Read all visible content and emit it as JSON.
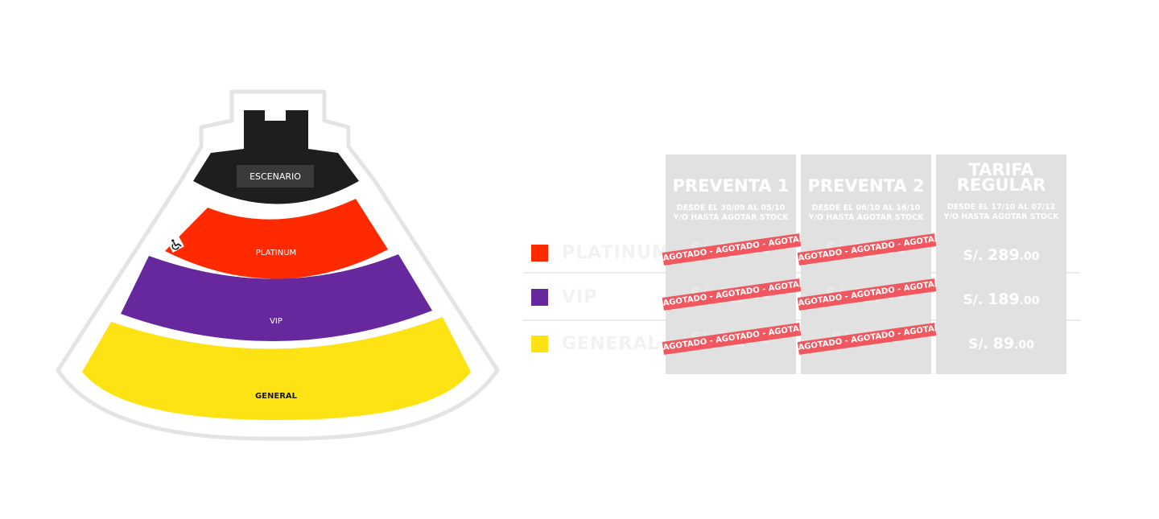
{
  "map": {
    "stage": "ESCENARIO",
    "accessible_icon": "wheelchair-icon",
    "zones": [
      {
        "name": "PLATINUM",
        "color": "#ff2a00",
        "text_color": "#ffffff"
      },
      {
        "name": "VIP",
        "color": "#66289c",
        "text_color": "#ffffff"
      },
      {
        "name": "GENERAL",
        "color": "#fde314",
        "text_color": "#1a1a1a"
      }
    ],
    "stage_color": "#1e1e1e",
    "outline_color": "#e4e4e4"
  },
  "legend": [
    {
      "label": "PLATINUM",
      "color": "#ff2a00"
    },
    {
      "label": "VIP",
      "color": "#66289c"
    },
    {
      "label": "GENERAL",
      "color": "#fde314"
    }
  ],
  "pricing": {
    "columns": [
      {
        "title": "PREVENTA 1",
        "subtitle_1": "DESDE EL 30/09 AL 05/10",
        "subtitle_2": "Y/O HASTA AGOTAR STOCK",
        "cells": [
          {
            "status": "AGOTADO - AGOTADO - AGOTADO",
            "ghost": "S/. 3__.00"
          },
          {
            "status": "AGOTADO - AGOTADO - AGOTADO",
            "ghost": "S/. 2__.00"
          },
          {
            "status": "AGOTADO - AGOTADO - AGOTADO",
            "ghost": "S/. 1__.00"
          }
        ]
      },
      {
        "title": "PREVENTA 2",
        "subtitle_1": "DESDE EL 06/10 AL 16/10",
        "subtitle_2": "Y/O HASTA AGOTAR STOCK",
        "cells": [
          {
            "status": "AGOTADO - AGOTADO - AGOTADO",
            "ghost": "S/. 2__.00"
          },
          {
            "status": "AGOTADO - AGOTADO - AGOTADO",
            "ghost": "S/. 1__.00"
          },
          {
            "status": "AGOTADO - AGOTADO - AGOTADO",
            "ghost": "S/. __.00"
          }
        ]
      },
      {
        "title_line_1": "TARIFA",
        "title_line_2": "REGULAR",
        "subtitle_1": "DESDE EL 17/10 AL 07/12",
        "subtitle_2": "Y/O HASTA AGOTAR STOCK",
        "cells": [
          {
            "currency": "S/.",
            "amount": "289",
            "cents": ".00"
          },
          {
            "currency": "S/.",
            "amount": "189",
            "cents": ".00"
          },
          {
            "currency": "S/.",
            "amount": "89",
            "cents": ".00"
          }
        ]
      }
    ]
  }
}
